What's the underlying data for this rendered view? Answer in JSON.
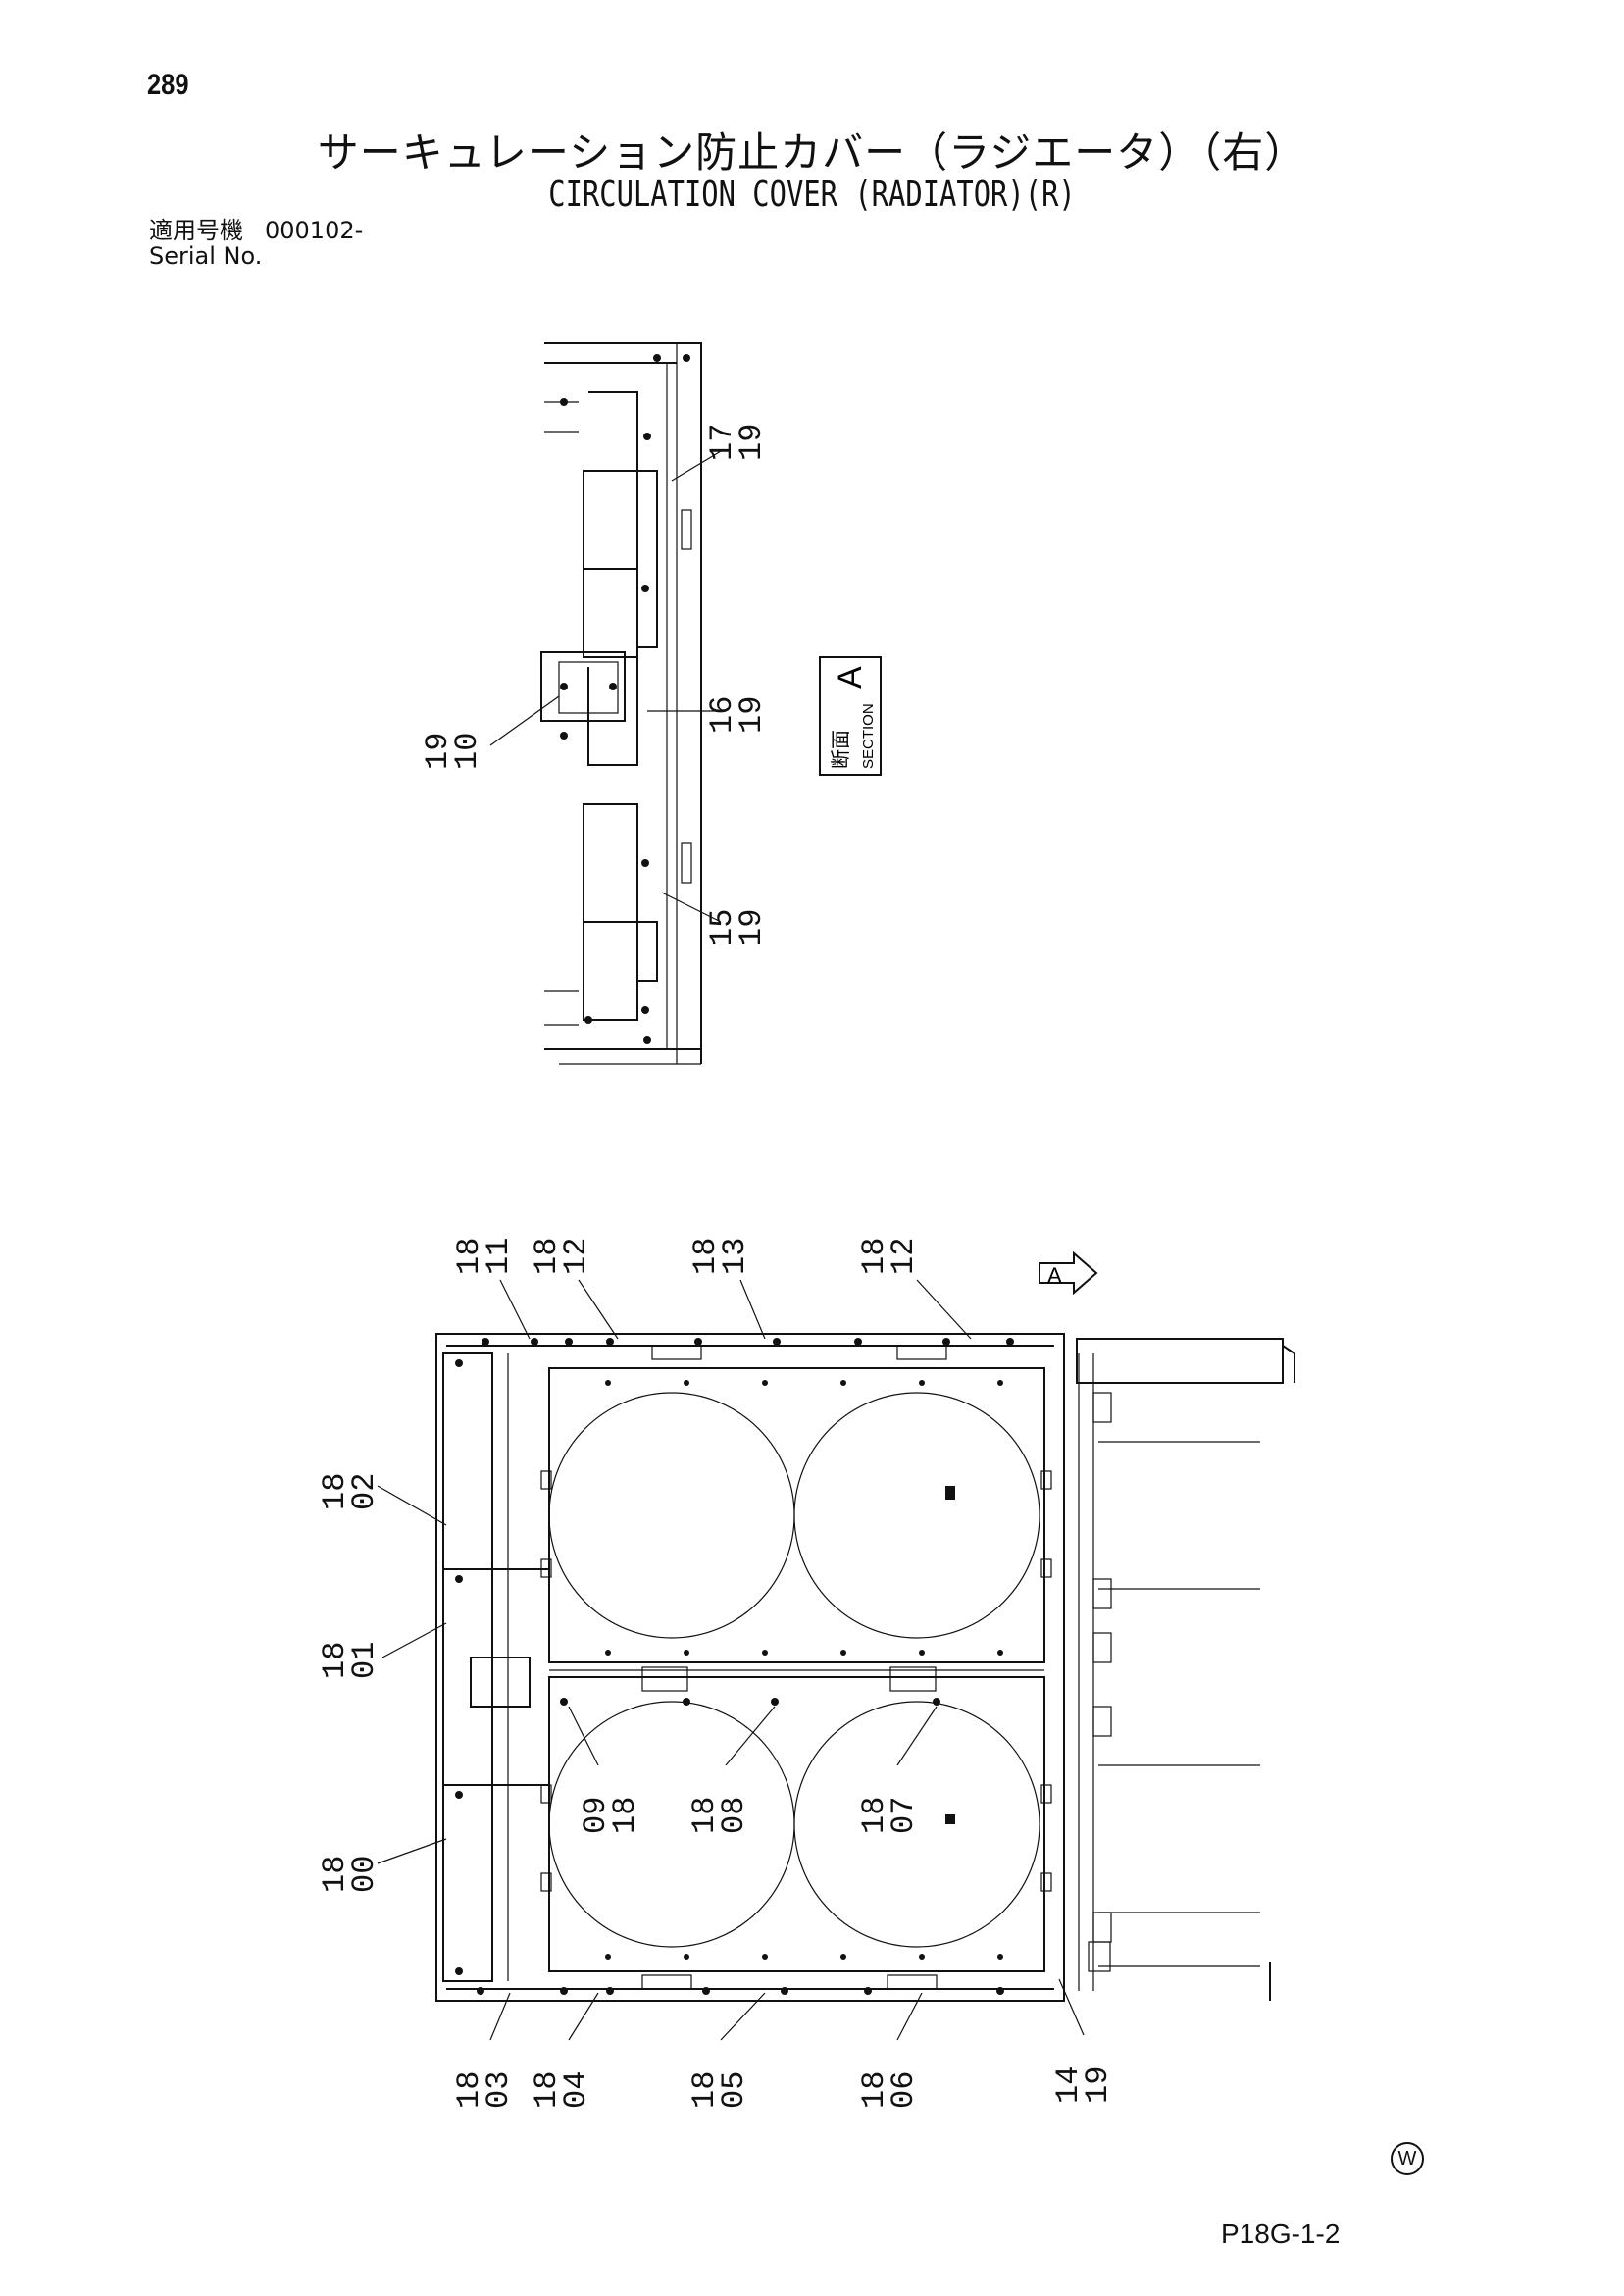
{
  "header": {
    "page_number": "289",
    "title_jp": "サーキュレーション防止カバー（ラジエータ）（右）",
    "title_en": "CIRCULATION COVER (RADIATOR)(R)",
    "serial_label_jp": "適用号機",
    "serial_value": "000102-",
    "serial_label_en": "Serial No."
  },
  "section_label": {
    "jp": "断面",
    "en": "SECTION",
    "letter": "A"
  },
  "view_marker": "A",
  "section_callouts": [
    {
      "code": "17",
      "qty": "19"
    },
    {
      "code": "16",
      "qty": "19"
    },
    {
      "code": "15",
      "qty": "19"
    },
    {
      "code": "19",
      "qty": "10"
    }
  ],
  "main_callouts": {
    "top": [
      {
        "code": "18",
        "qty": "11"
      },
      {
        "code": "18",
        "qty": "12"
      },
      {
        "code": "18",
        "qty": "13"
      },
      {
        "code": "18",
        "qty": "12"
      }
    ],
    "left": [
      {
        "code": "18",
        "qty": "02"
      },
      {
        "code": "18",
        "qty": "01"
      },
      {
        "code": "18",
        "qty": "00"
      }
    ],
    "inner": [
      {
        "code": "09",
        "qty": "18"
      },
      {
        "code": "18",
        "qty": "08"
      },
      {
        "code": "18",
        "qty": "07"
      }
    ],
    "bottom": [
      {
        "code": "18",
        "qty": "03"
      },
      {
        "code": "18",
        "qty": "04"
      },
      {
        "code": "18",
        "qty": "05"
      },
      {
        "code": "18",
        "qty": "06"
      },
      {
        "code": "14",
        "qty": "19"
      }
    ]
  },
  "footer": {
    "circled_mark": "W",
    "drawing_code": "P18G-1-2"
  }
}
